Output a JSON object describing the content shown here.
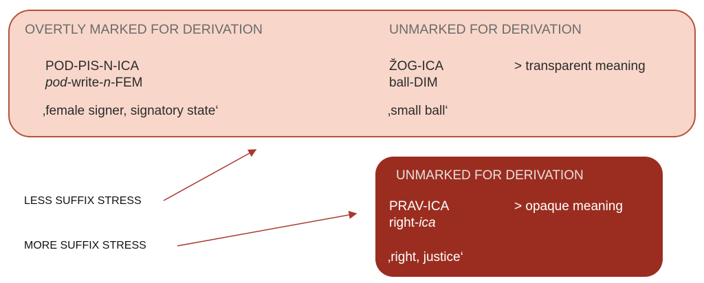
{
  "marked": {
    "heading": "OVERTLY MARKED FOR DERIVATION",
    "word": "POD-PIS-N-ICA",
    "gloss": [
      {
        "text": "pod",
        "italic": true
      },
      {
        "text": "-write-",
        "italic": false
      },
      {
        "text": "n",
        "italic": true
      },
      {
        "text": "-FEM",
        "italic": false
      }
    ],
    "meaning": "‚female signer, signatory state‘"
  },
  "unmarked_transparent": {
    "heading": "UNMARKED FOR DERIVATION",
    "word": "ŽOG-ICA",
    "note": "> transparent meaning",
    "gloss": "ball-DIM",
    "meaning": "‚small ball‘"
  },
  "unmarked_opaque": {
    "heading": "UNMARKED FOR DERIVATION",
    "word": "PRAV-ICA",
    "note": "> opaque meaning",
    "gloss": [
      {
        "text": "right-",
        "italic": false
      },
      {
        "text": "ica",
        "italic": true
      }
    ],
    "meaning": "‚right, justice‘"
  },
  "labels": {
    "less": "LESS SUFFIX STRESS",
    "more": "MORE SUFFIX STRESS"
  },
  "colors": {
    "light_box": "#f8d7ca",
    "dark_box": "#9b2d20",
    "arrow": "#a8392c"
  }
}
